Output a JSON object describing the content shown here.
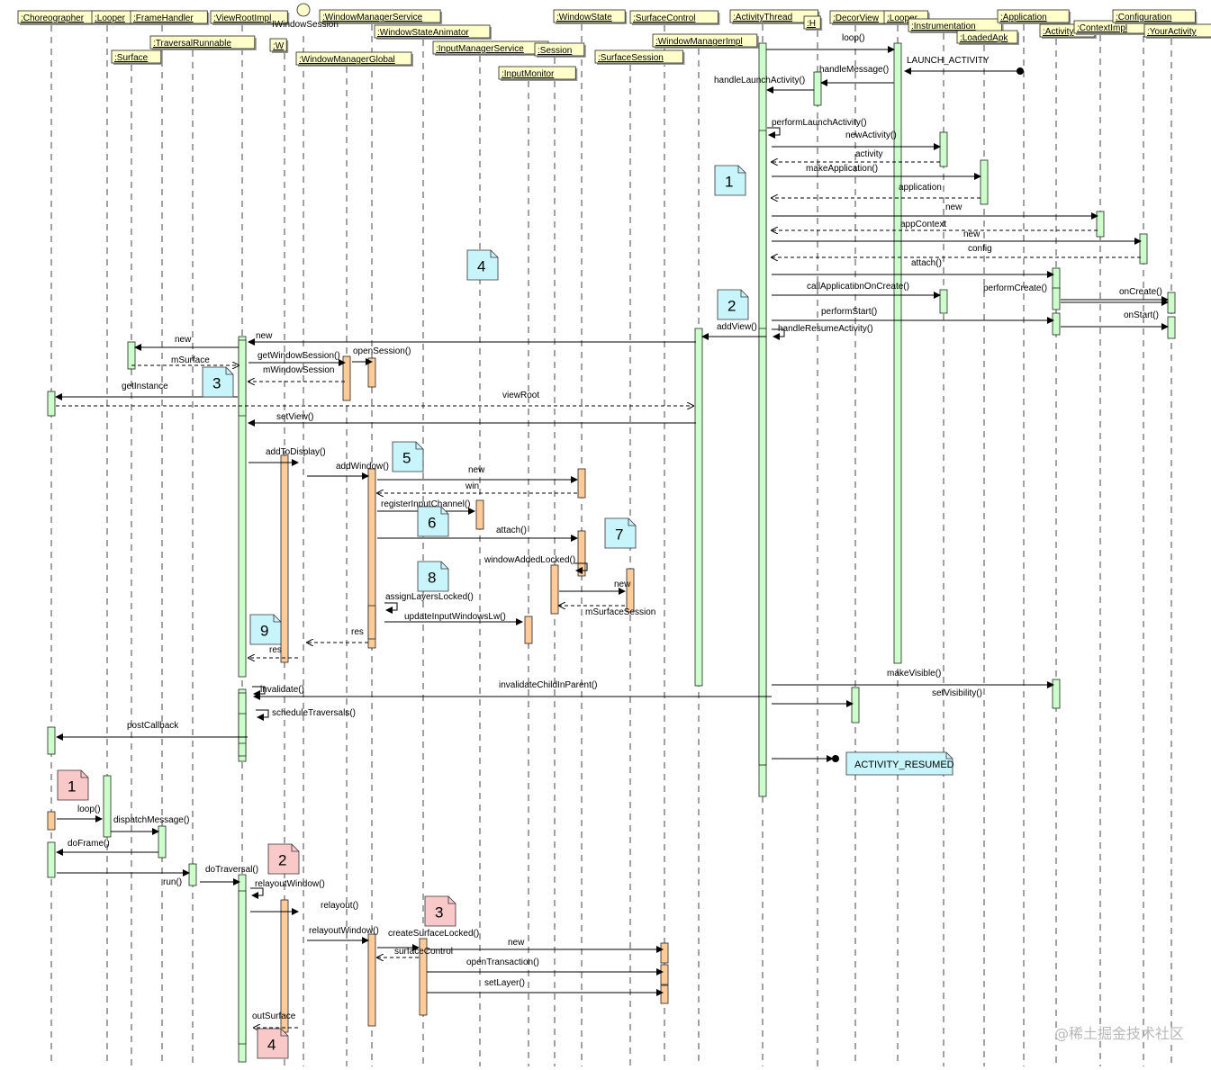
{
  "participants": [
    {
      "id": "choreographer",
      "label": ":Choreographer"
    },
    {
      "id": "looper_ui",
      "label": ":Looper"
    },
    {
      "id": "framehandler",
      "label": ":FrameHandler"
    },
    {
      "id": "surface",
      "label": ":Surface"
    },
    {
      "id": "traversalrunnable",
      "label": ":TraversalRunnable"
    },
    {
      "id": "viewrootimpl",
      "label": ":ViewRootImpl"
    },
    {
      "id": "iwindowsession",
      "label": "IWindowSession"
    },
    {
      "id": "w",
      "label": ":W"
    },
    {
      "id": "wmglobal",
      "label": ":WindowManagerGlobal"
    },
    {
      "id": "wms",
      "label": ":WindowManagerService"
    },
    {
      "id": "wsanimator",
      "label": ":WindowStateAnimator"
    },
    {
      "id": "ims",
      "label": ":InputManagerService"
    },
    {
      "id": "inputmonitor",
      "label": ":InputMonitor"
    },
    {
      "id": "session",
      "label": ":Session"
    },
    {
      "id": "windowstate",
      "label": ":WindowState"
    },
    {
      "id": "surfacesession",
      "label": ":SurfaceSession"
    },
    {
      "id": "surfacecontrol",
      "label": ":SurfaceControl"
    },
    {
      "id": "wmimpl",
      "label": ":WindowManagerImpl"
    },
    {
      "id": "activitythread",
      "label": ":ActivityThread"
    },
    {
      "id": "h",
      "label": ":H"
    },
    {
      "id": "decorview",
      "label": ":DecorView"
    },
    {
      "id": "looper_main",
      "label": ":Looper"
    },
    {
      "id": "instrumentation",
      "label": ":Instrumentation"
    },
    {
      "id": "loadedapk",
      "label": ":LoadedApk"
    },
    {
      "id": "application",
      "label": ":Application"
    },
    {
      "id": "activity",
      "label": ":Activity"
    },
    {
      "id": "contextimpl",
      "label": ":ContextImpl"
    },
    {
      "id": "configuration",
      "label": ":Configuration"
    },
    {
      "id": "youractivity",
      "label": ":YourActivity"
    }
  ],
  "messages": [
    {
      "label": "loop()",
      "dashed": false
    },
    {
      "label": "LAUNCH_ACTIVITY",
      "dashed": false
    },
    {
      "label": "handleMessage()",
      "dashed": false
    },
    {
      "label": "handleLaunchActivity()",
      "dashed": false
    },
    {
      "label": "performLaunchActivity()",
      "dashed": false
    },
    {
      "label": "newActivity()",
      "dashed": false
    },
    {
      "label": "activity",
      "dashed": true
    },
    {
      "label": "makeApplication()",
      "dashed": false
    },
    {
      "label": "application",
      "dashed": true
    },
    {
      "label": "new",
      "dashed": false
    },
    {
      "label": "appContext",
      "dashed": true
    },
    {
      "label": "new",
      "dashed": false
    },
    {
      "label": "config",
      "dashed": true
    },
    {
      "label": "attach()",
      "dashed": false
    },
    {
      "label": "callApplicationOnCreate()",
      "dashed": false
    },
    {
      "label": "performCreate()",
      "dashed": false
    },
    {
      "label": "onCreate()",
      "dashed": false
    },
    {
      "label": "performStart()",
      "dashed": false
    },
    {
      "label": "onStart()",
      "dashed": false
    },
    {
      "label": "addView()",
      "dashed": false
    },
    {
      "label": "handleResumeActivity()",
      "dashed": false
    },
    {
      "label": "new",
      "dashed": false
    },
    {
      "label": "new",
      "dashed": false
    },
    {
      "label": "mSurface",
      "dashed": true
    },
    {
      "label": "getWindowSession()",
      "dashed": false
    },
    {
      "label": "openSession()",
      "dashed": false
    },
    {
      "label": "mWindowSession",
      "dashed": true
    },
    {
      "label": "getInstance",
      "dashed": false
    },
    {
      "label": "viewRoot",
      "dashed": true
    },
    {
      "label": "setView()",
      "dashed": false
    },
    {
      "label": "addToDisplay()",
      "dashed": false
    },
    {
      "label": "addWindow()",
      "dashed": false
    },
    {
      "label": "new",
      "dashed": false
    },
    {
      "label": "win",
      "dashed": true
    },
    {
      "label": "registerInputChannel()",
      "dashed": false
    },
    {
      "label": "attach()",
      "dashed": false
    },
    {
      "label": "windowAddedLocked()",
      "dashed": false
    },
    {
      "label": "new",
      "dashed": false
    },
    {
      "label": "mSurfaceSession",
      "dashed": true
    },
    {
      "label": "assignLayersLocked()",
      "dashed": false
    },
    {
      "label": "updateInputWindowsLw()",
      "dashed": false
    },
    {
      "label": "res",
      "dashed": true
    },
    {
      "label": "res",
      "dashed": true
    },
    {
      "label": "makeVisible()",
      "dashed": false
    },
    {
      "label": "invalidate()",
      "dashed": false
    },
    {
      "label": "invalidateChildInParent()",
      "dashed": false
    },
    {
      "label": "setVisibility()",
      "dashed": false
    },
    {
      "label": "scheduleTraversals()",
      "dashed": false
    },
    {
      "label": "postCallback",
      "dashed": false
    },
    {
      "label": "ACTIVITY_RESUMED",
      "dashed": false
    },
    {
      "label": "loop()",
      "dashed": false
    },
    {
      "label": "dispatchMessage()",
      "dashed": false
    },
    {
      "label": "doFrame()",
      "dashed": false
    },
    {
      "label": "run()",
      "dashed": false
    },
    {
      "label": "doTraversal()",
      "dashed": false
    },
    {
      "label": "relayoutWindow()",
      "dashed": false
    },
    {
      "label": "relayout()",
      "dashed": false
    },
    {
      "label": "relayoutWindow()",
      "dashed": false
    },
    {
      "label": "createSurfaceLocked()",
      "dashed": false
    },
    {
      "label": "new",
      "dashed": false
    },
    {
      "label": "surfaceControl",
      "dashed": true
    },
    {
      "label": "openTransaction()",
      "dashed": false
    },
    {
      "label": "setLayer()",
      "dashed": false
    },
    {
      "label": "outSurface",
      "dashed": true
    }
  ],
  "step_notes": [
    {
      "label": "1",
      "color": "#c8f4fb"
    },
    {
      "label": "2",
      "color": "#c8f4fb"
    },
    {
      "label": "3",
      "color": "#c8f4fb"
    },
    {
      "label": "4",
      "color": "#c8f4fb"
    },
    {
      "label": "5",
      "color": "#c8f4fb"
    },
    {
      "label": "6",
      "color": "#c8f4fb"
    },
    {
      "label": "7",
      "color": "#c8f4fb"
    },
    {
      "label": "8",
      "color": "#c8f4fb"
    },
    {
      "label": "9",
      "color": "#c8f4fb"
    },
    {
      "label": "1",
      "color": "#f9c8c8"
    },
    {
      "label": "2",
      "color": "#f9c8c8"
    },
    {
      "label": "3",
      "color": "#f9c8c8"
    },
    {
      "label": "4",
      "color": "#f9c8c8"
    }
  ],
  "end_note": "ACTIVITY_RESUMED",
  "watermark": "@稀土掘金技术社区",
  "colors": {
    "header_fill": "#ffffcc",
    "activation_green": "#ccffcc",
    "activation_orange": "#ffcc99",
    "note_cyan": "#c8f4fb",
    "note_pink": "#f9c8c8"
  }
}
